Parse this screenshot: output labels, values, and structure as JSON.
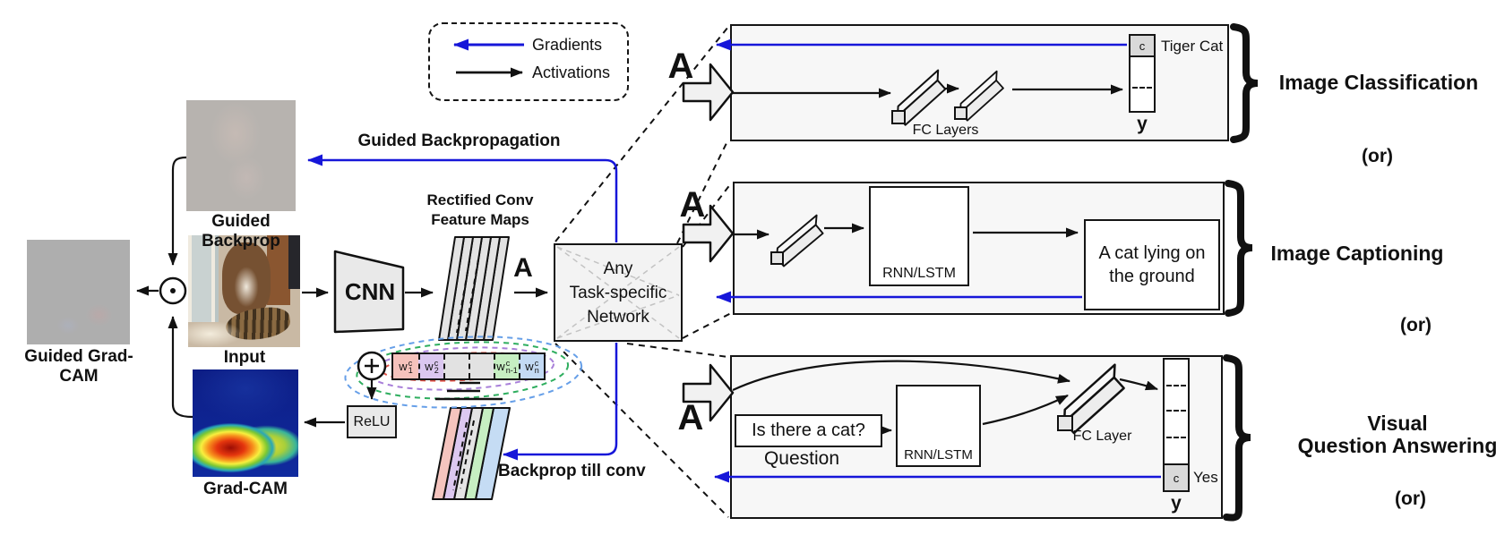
{
  "figure": {
    "legend": {
      "gradients": "Gradients",
      "activations": "Activations"
    },
    "left": {
      "guided_gradcam": "Guided Grad-CAM",
      "guided_backprop": "Guided Backprop",
      "input": "Input",
      "gradcam": "Grad-CAM"
    },
    "core": {
      "cnn": "CNN",
      "feature_maps_line1": "Rectified Conv",
      "feature_maps_line2": "Feature Maps",
      "activation_symbol": "A",
      "network_line1": "Any",
      "network_line2": "Task-specific",
      "network_line3": "Network",
      "guided_backpropagation": "Guided Backpropagation",
      "backprop_till_conv": "Backprop till conv",
      "relu": "ReLU",
      "plus": "+",
      "weight_base": "w",
      "weights": [
        {
          "sup": "c",
          "sub": "1"
        },
        {
          "sup": "c",
          "sub": "2"
        },
        {
          "sup": "",
          "sub": ""
        },
        {
          "sup": "",
          "sub": ""
        },
        {
          "sup": "c",
          "sub": "n-1"
        },
        {
          "sup": "c",
          "sub": "n"
        }
      ]
    },
    "tasks": {
      "classification": {
        "a": "A",
        "fc": "FC Layers",
        "c": "c",
        "class_name": "Tiger Cat",
        "y": "y",
        "label": "Image Classification",
        "or": "(or)"
      },
      "captioning": {
        "a": "A",
        "rnn": "RNN/LSTM",
        "caption_line1": "A cat lying on",
        "caption_line2": "the ground",
        "label": "Image Captioning",
        "or": "(or)"
      },
      "vqa": {
        "a": "A",
        "question": "Is there a cat?",
        "question_label": "Question",
        "rnn": "RNN/LSTM",
        "fc": "FC Layer",
        "c": "c",
        "answer": "Yes",
        "y": "y",
        "label_line1": "Visual",
        "label_line2": "Question Answering",
        "or": "(or)"
      }
    },
    "colors": {
      "gradient_blue": "#1616d9",
      "activation_black": "#111111",
      "w1_pink": "#f5c2bc",
      "w2_purple": "#dbc7f0",
      "wn1_green": "#c6efc2",
      "wn_blue": "#c3daf4"
    }
  }
}
